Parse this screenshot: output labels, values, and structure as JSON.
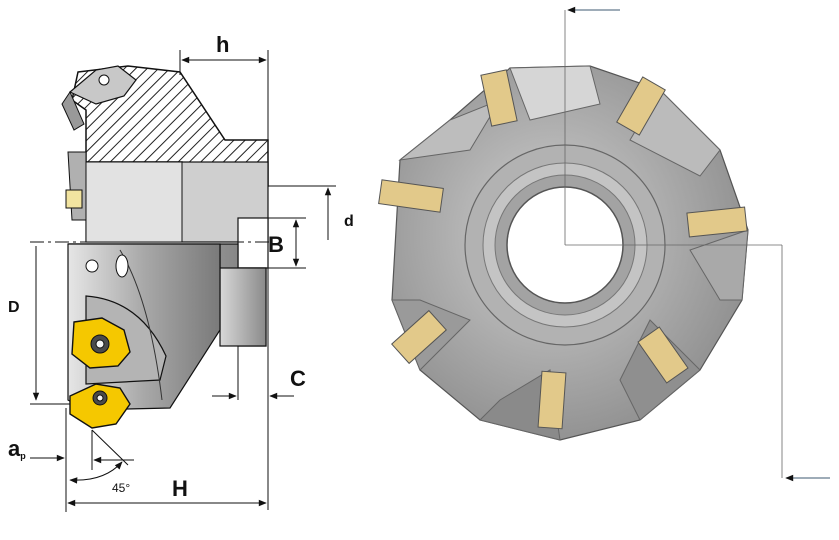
{
  "labels": {
    "h": "h",
    "d": "d",
    "B": "B",
    "D": "D",
    "C": "C",
    "ap_main": "a",
    "ap_sub": "p",
    "angle": "45°",
    "H": "H"
  },
  "colors": {
    "body_gray": "#9c9c9c",
    "body_light": "#c9c9c9",
    "body_dark": "#6f6f6f",
    "insert_yellow": "#f5c800",
    "insert_tan": "#e2c98a",
    "line": "#111111"
  }
}
